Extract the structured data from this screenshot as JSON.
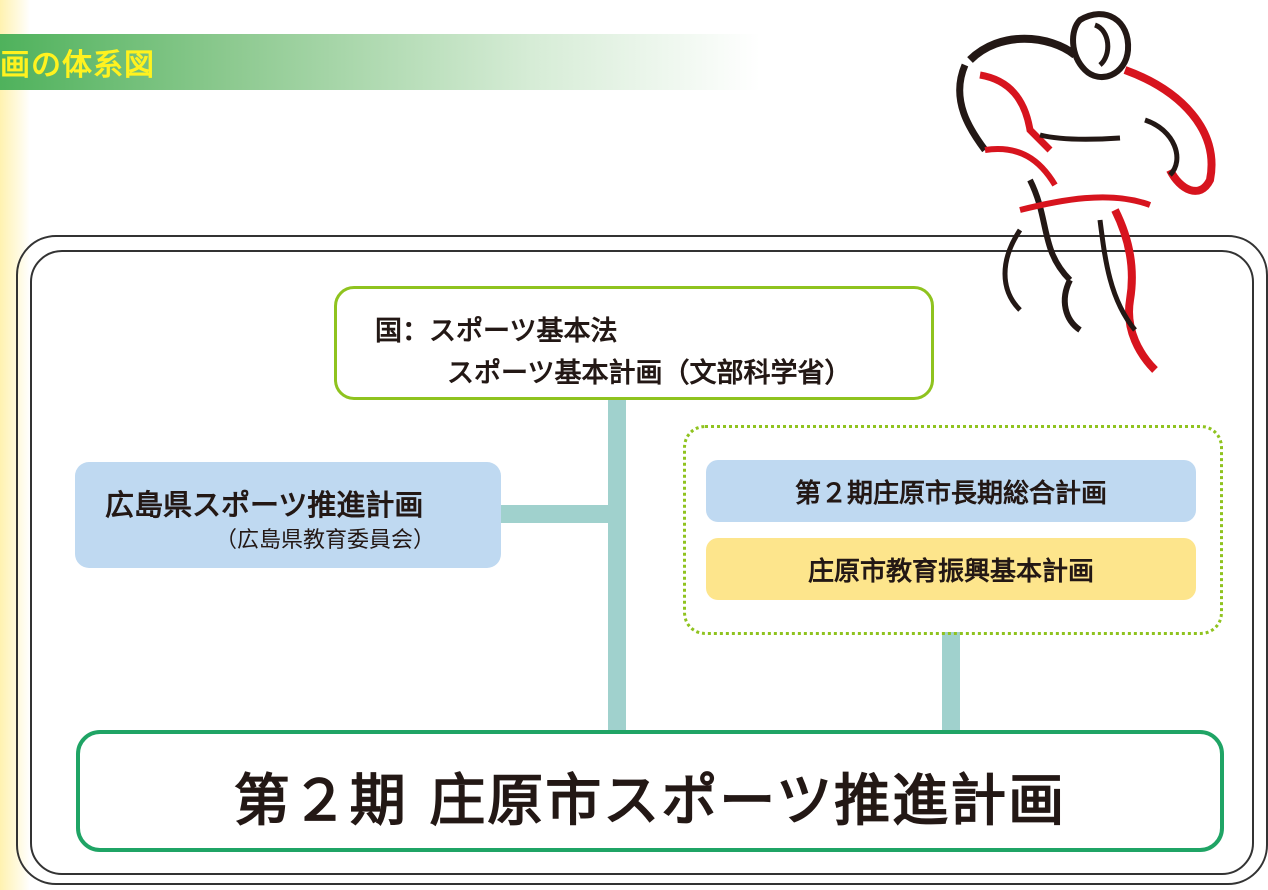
{
  "heading": {
    "text": "画の体系図"
  },
  "national": {
    "line1": "国：スポーツ基本法",
    "line2": "スポーツ基本計画（文部科学省）"
  },
  "prefecture": {
    "title": "広島県スポーツ推進計画",
    "subtitle": "（広島県教育委員会）"
  },
  "city_plan": {
    "label": "第２期庄原市長期総合計画"
  },
  "education_plan": {
    "label": "庄原市教育振興基本計画"
  },
  "main_plan": {
    "label": "第２期 庄原市スポーツ推進計画"
  },
  "colors": {
    "heading_text": "#fff21f",
    "heading_band": "#4fb25c",
    "national_border": "#8fc31f",
    "prefecture_fill": "#bfd9f1",
    "education_fill": "#fde58c",
    "main_border": "#1fa465",
    "connector": "#a0d1cd",
    "runner_red": "#d7141e"
  },
  "icons": {
    "runner": "runner-illustration"
  }
}
